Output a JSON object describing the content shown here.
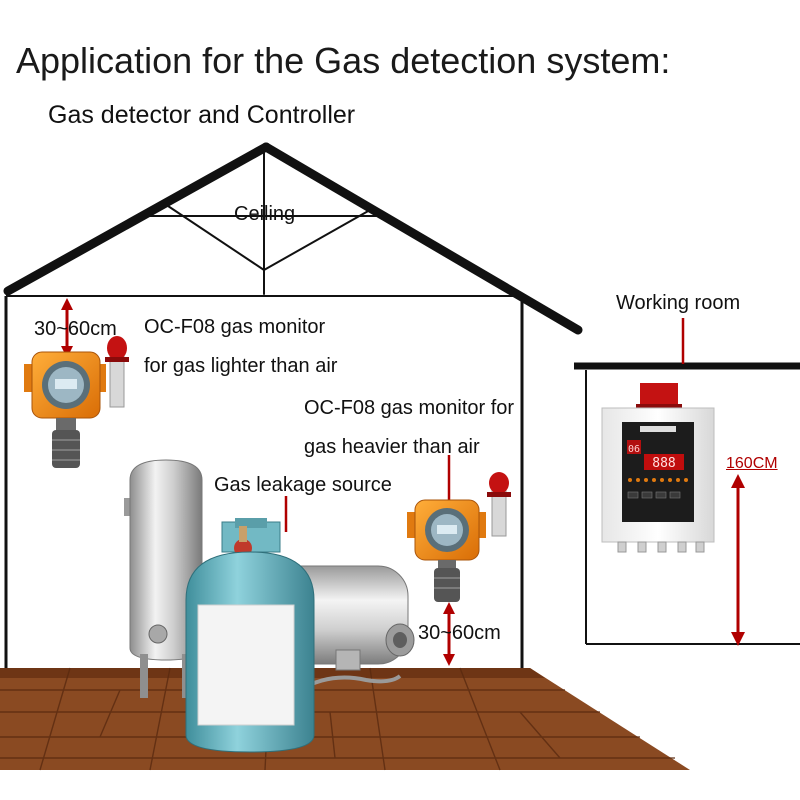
{
  "header": {
    "title": "Application for the Gas detection system:",
    "subtitle": "Gas detector and Controller"
  },
  "labels": {
    "ceiling": "Ceiling",
    "working_room": "Working room",
    "dist_top": "30~60cm",
    "monitor_light": "OC-F08 gas monitor",
    "monitor_light_2": "for gas lighter than air",
    "monitor_heavy": "OC-F08 gas monitor for",
    "monitor_heavy_2": "gas heavier than air",
    "leak_source": "Gas leakage source",
    "dist_bottom": "30~60cm",
    "height_160": "160CM"
  },
  "controller": {
    "display_left": "06",
    "display_right": "888"
  },
  "colors": {
    "detector_body": "#f08a16",
    "alarm_red": "#c41212",
    "gas_tank_blue": "#6fb9c6",
    "floor_wood": "#8a4a22",
    "dimension_arrow": "#b00000"
  }
}
